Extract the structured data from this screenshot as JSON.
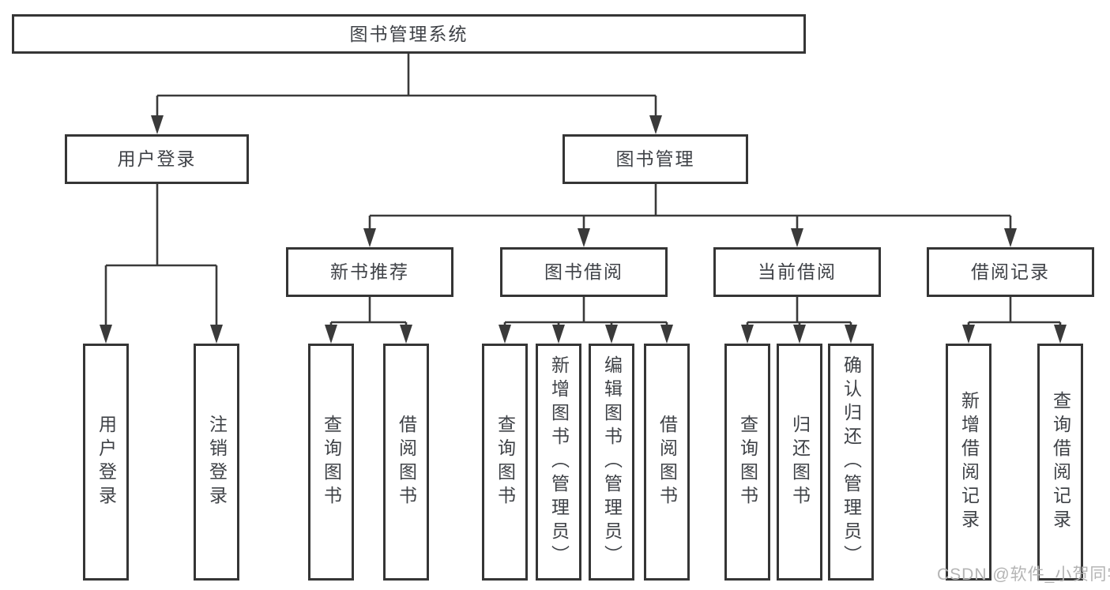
{
  "tree": {
    "label": "图书管理系统",
    "children": [
      {
        "label": "用户登录",
        "children": [
          {
            "label": "用户登录"
          },
          {
            "label": "注销登录"
          }
        ]
      },
      {
        "label": "图书管理",
        "children": [
          {
            "label": "新书推荐",
            "children": [
              {
                "label": "查询图书"
              },
              {
                "label": "借阅图书"
              }
            ]
          },
          {
            "label": "图书借阅",
            "children": [
              {
                "label": "查询图书"
              },
              {
                "label": "新增图书（管理员）"
              },
              {
                "label": "编辑图书（管理员）"
              },
              {
                "label": "借阅图书"
              }
            ]
          },
          {
            "label": "当前借阅",
            "children": [
              {
                "label": "查询图书"
              },
              {
                "label": "归还图书"
              },
              {
                "label": "确认归还（管理员）"
              }
            ]
          },
          {
            "label": "借阅记录",
            "children": [
              {
                "label": "新增借阅记录"
              },
              {
                "label": "查询借阅记录"
              }
            ]
          }
        ]
      }
    ]
  },
  "watermark": "CSDN @软件_小贺同学",
  "colors": {
    "line": "#3a3a3a",
    "box_border": "#353535",
    "text": "#3f4247",
    "watermark": "#b4b4b4",
    "background": "#ffffff"
  }
}
